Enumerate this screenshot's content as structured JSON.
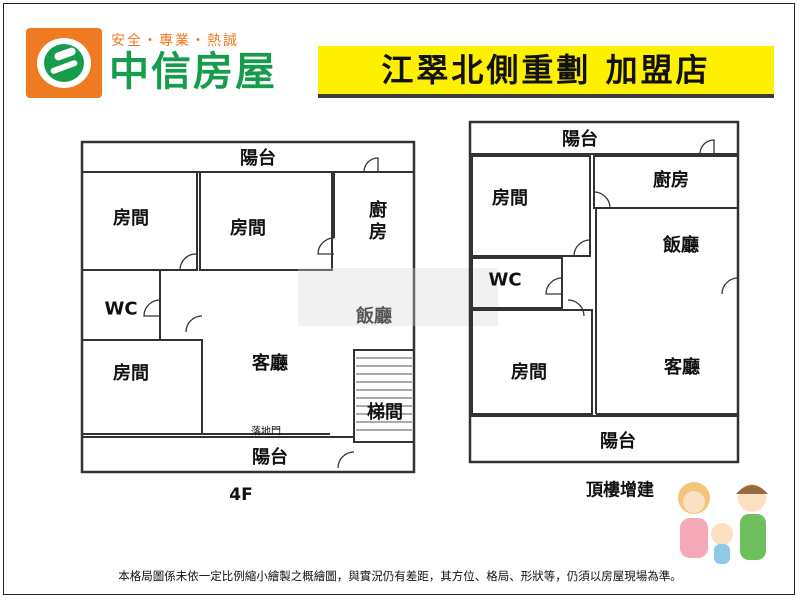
{
  "header": {
    "slogan": "安全・專業・熱誠",
    "brand": "中信房屋",
    "store": "江翠北側重劃 加盟店",
    "colors": {
      "brand_orange": "#ef7a22",
      "brand_green": "#169d4b",
      "banner_yellow": "#fff000"
    }
  },
  "plan_4f": {
    "caption": "4F",
    "rooms": {
      "balcony_top": "陽台",
      "room1": "房間",
      "room2": "房間",
      "kitchen": "廚房",
      "wc": "WC",
      "dining": "飯廳",
      "living": "客廳",
      "room3": "房間",
      "stairs": "梯間",
      "balcony_bottom": "陽台",
      "french_door": "落地門"
    }
  },
  "plan_top": {
    "caption": "頂樓增建",
    "rooms": {
      "balcony_top": "陽台",
      "room1": "房間",
      "kitchen": "廚房",
      "dining": "飯廳",
      "wc": "WC",
      "room2": "房間",
      "living": "客廳",
      "balcony_bottom": "陽台"
    }
  },
  "footer": {
    "note": "本格局圖係未依一定比例縮小繪製之概繪圖，與實況仍有差距，其方位、格局、形狀等，仍須以房屋現場為準。"
  },
  "icons": [
    "logo-globe-icon",
    "door-swing-icon",
    "family-illustration-icon"
  ]
}
